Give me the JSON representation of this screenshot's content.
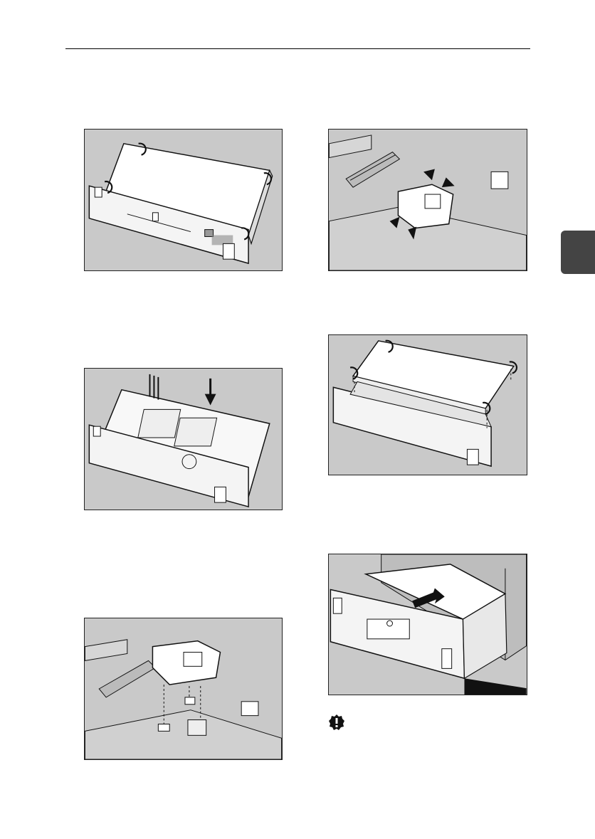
{
  "page": {
    "section_tab_color": "#444444",
    "figure_background": "#c9c9c9"
  },
  "figures": [
    {
      "id": "fig-1",
      "subject": "board-cover-four-screws"
    },
    {
      "id": "fig-2",
      "subject": "controller-board-slot-arrow"
    },
    {
      "id": "fig-3",
      "subject": "module-above-connectors"
    },
    {
      "id": "fig-4",
      "subject": "module-seated-press"
    },
    {
      "id": "fig-5",
      "subject": "cover-reattach-screws"
    },
    {
      "id": "fig-6",
      "subject": "board-insert-push"
    }
  ],
  "icons": {
    "important": "important-icon"
  }
}
